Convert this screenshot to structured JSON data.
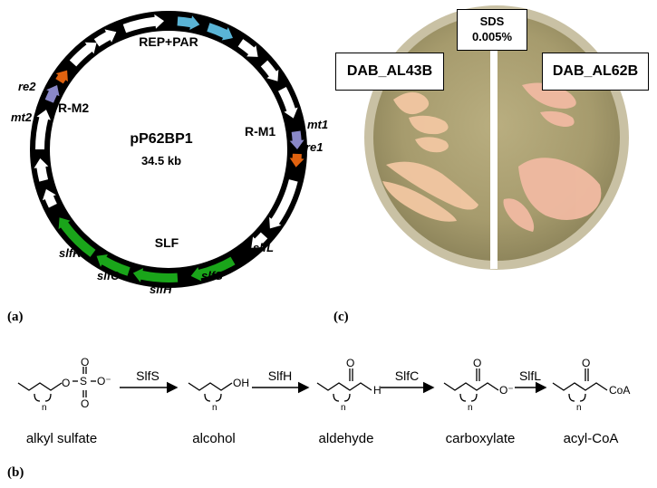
{
  "panels": {
    "a": "(a)",
    "b": "(b)",
    "c": "(c)"
  },
  "plasmid": {
    "name": "pP62BP1",
    "size": "34.5 kb",
    "regions": {
      "rep_par": "REP+PAR",
      "rm1": "R-M1",
      "rm2": "R-M2",
      "slf": "SLF"
    },
    "genes": {
      "mt1": "mt1",
      "re1": "re1",
      "mt2": "mt2",
      "re2": "re2",
      "slfR": "slfR",
      "slfC": "slfC",
      "slfH": "slfH",
      "slfS": "slfS",
      "slfL": "slfL"
    },
    "colors": {
      "ring": "#000000",
      "generic_gene": "#ffffff",
      "rep_par": "#5ab4d6",
      "mt": "#8a88c8",
      "re": "#e0620f",
      "slf": "#1aa51a"
    }
  },
  "plate": {
    "condition_line1": "SDS",
    "condition_line2": "0.005%",
    "left_strain": "DAB_AL43B",
    "right_strain": "DAB_AL62B"
  },
  "pathway": {
    "compounds": [
      "alkyl sulfate",
      "alcohol",
      "aldehyde",
      "carboxylate",
      "acyl-CoA"
    ],
    "enzymes": [
      "SlfS",
      "SlfH",
      "SlfC",
      "SlfL"
    ],
    "atoms": {
      "O": "O",
      "S": "S",
      "Ominus": "O⁻",
      "OH": "OH",
      "H": "H",
      "CoA": "CoA",
      "n": "n"
    }
  }
}
